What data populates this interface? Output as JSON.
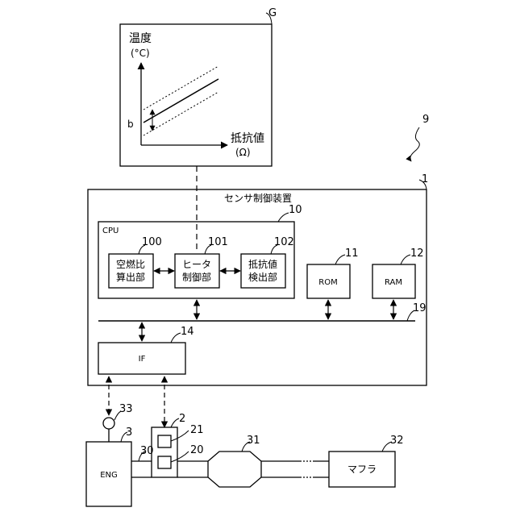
{
  "graph": {
    "ref": "G",
    "ylabel_line1": "温度",
    "ylabel_line2": "(°C)",
    "xlabel_line1": "抵抗値",
    "xlabel_line2": "(Ω)",
    "band_label": "b"
  },
  "system_ref": "9",
  "controller": {
    "ref": "1",
    "title": "センサ制御装置",
    "cpu": {
      "label": "CPU",
      "ref": "10",
      "blocks": [
        {
          "ref": "100",
          "line1": "空燃比",
          "line2": "算出部"
        },
        {
          "ref": "101",
          "line1": "ヒータ",
          "line2": "制御部"
        },
        {
          "ref": "102",
          "line1": "抵抗値",
          "line2": "検出部"
        }
      ]
    },
    "rom": {
      "label": "ROM",
      "ref": "11"
    },
    "ram": {
      "label": "RAM",
      "ref": "12"
    },
    "bus_ref": "19",
    "interface": {
      "label": "IF",
      "ref": "14"
    }
  },
  "engine": {
    "label": "ENG",
    "ref": "3"
  },
  "sensor_33_ref": "33",
  "sensor_unit": {
    "ref": "2",
    "heater_ref": "21",
    "element_ref": "20"
  },
  "pipe_ref": "30",
  "catalyst_ref": "31",
  "muffler": {
    "label": "マフラ",
    "ref": "32"
  }
}
